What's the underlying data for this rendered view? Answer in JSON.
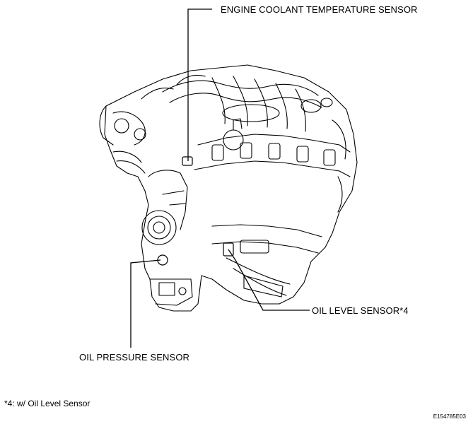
{
  "labels": {
    "engine_coolant_temperature_sensor": "ENGINE COOLANT TEMPERATURE SENSOR",
    "oil_level_sensor": "OIL LEVEL SENSOR*4",
    "oil_pressure_sensor": "OIL PRESSURE SENSOR"
  },
  "footnote": "*4: w/ Oil Level Sensor",
  "figure_code": "E154785E03"
}
